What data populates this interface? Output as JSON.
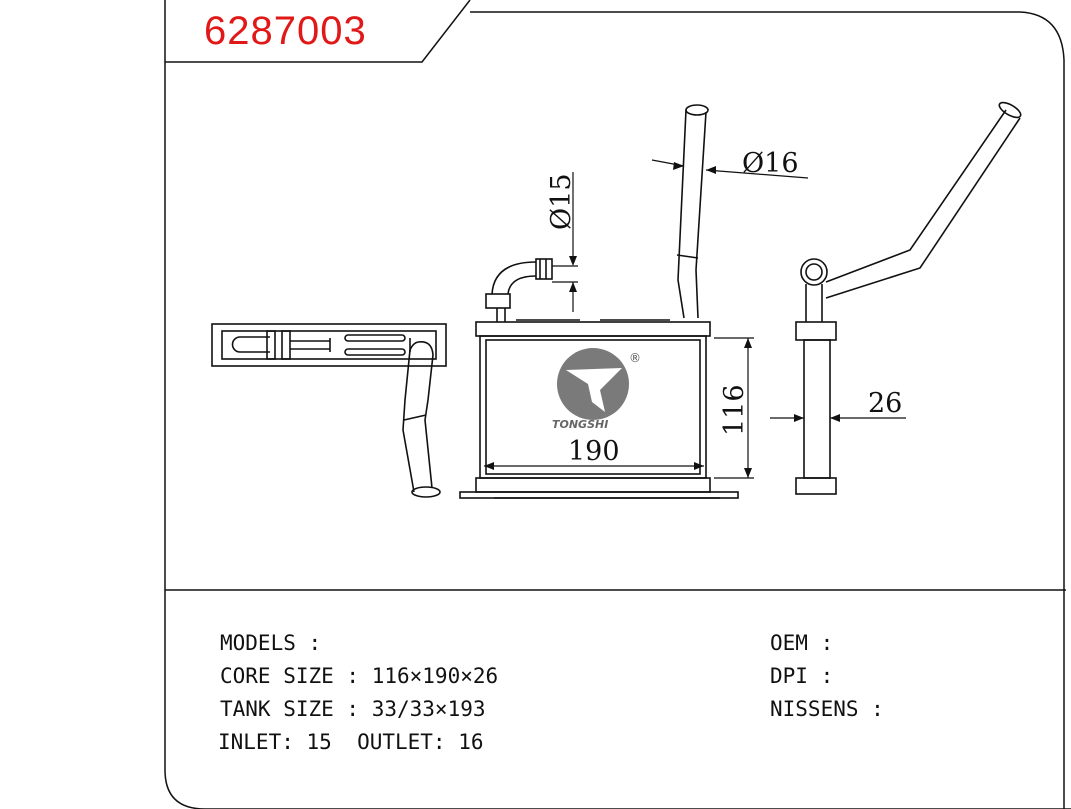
{
  "part_number": "6287003",
  "dimensions": {
    "inlet_diameter": "Ø15",
    "outlet_diameter": "Ø16",
    "width": "190",
    "height": "116",
    "depth": "26"
  },
  "logo": {
    "text": "TONGSHI",
    "registered": "®"
  },
  "specs": {
    "models": "MODELS :",
    "core_size": "CORE SIZE : 116×190×26",
    "tank_size": "TANK SIZE : 33/33×193",
    "inlet_outlet": "INLET: 15  OUTLET: 16",
    "oem": "OEM :",
    "dpi": "DPI :",
    "nissens": "NISSENS :"
  },
  "colors": {
    "part_number": "#e01818",
    "line": "#111111"
  }
}
